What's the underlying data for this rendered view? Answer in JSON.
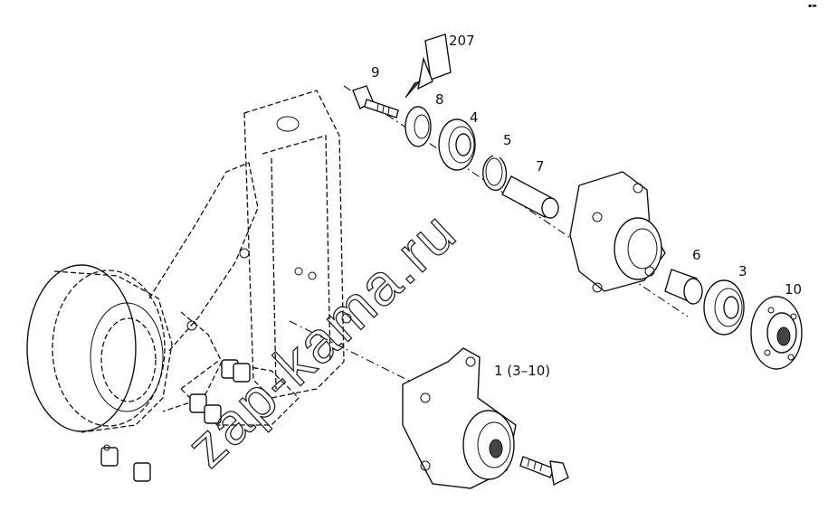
{
  "labels": {
    "p207": "207",
    "p9": "9",
    "p8": "8",
    "p4": "4",
    "p5": "5",
    "p7": "7",
    "p6": "6",
    "p3": "3",
    "p10": "10",
    "p1": "1 (3–10)"
  },
  "watermark": "zap-kama.ru",
  "corner_mark": "▪▬"
}
